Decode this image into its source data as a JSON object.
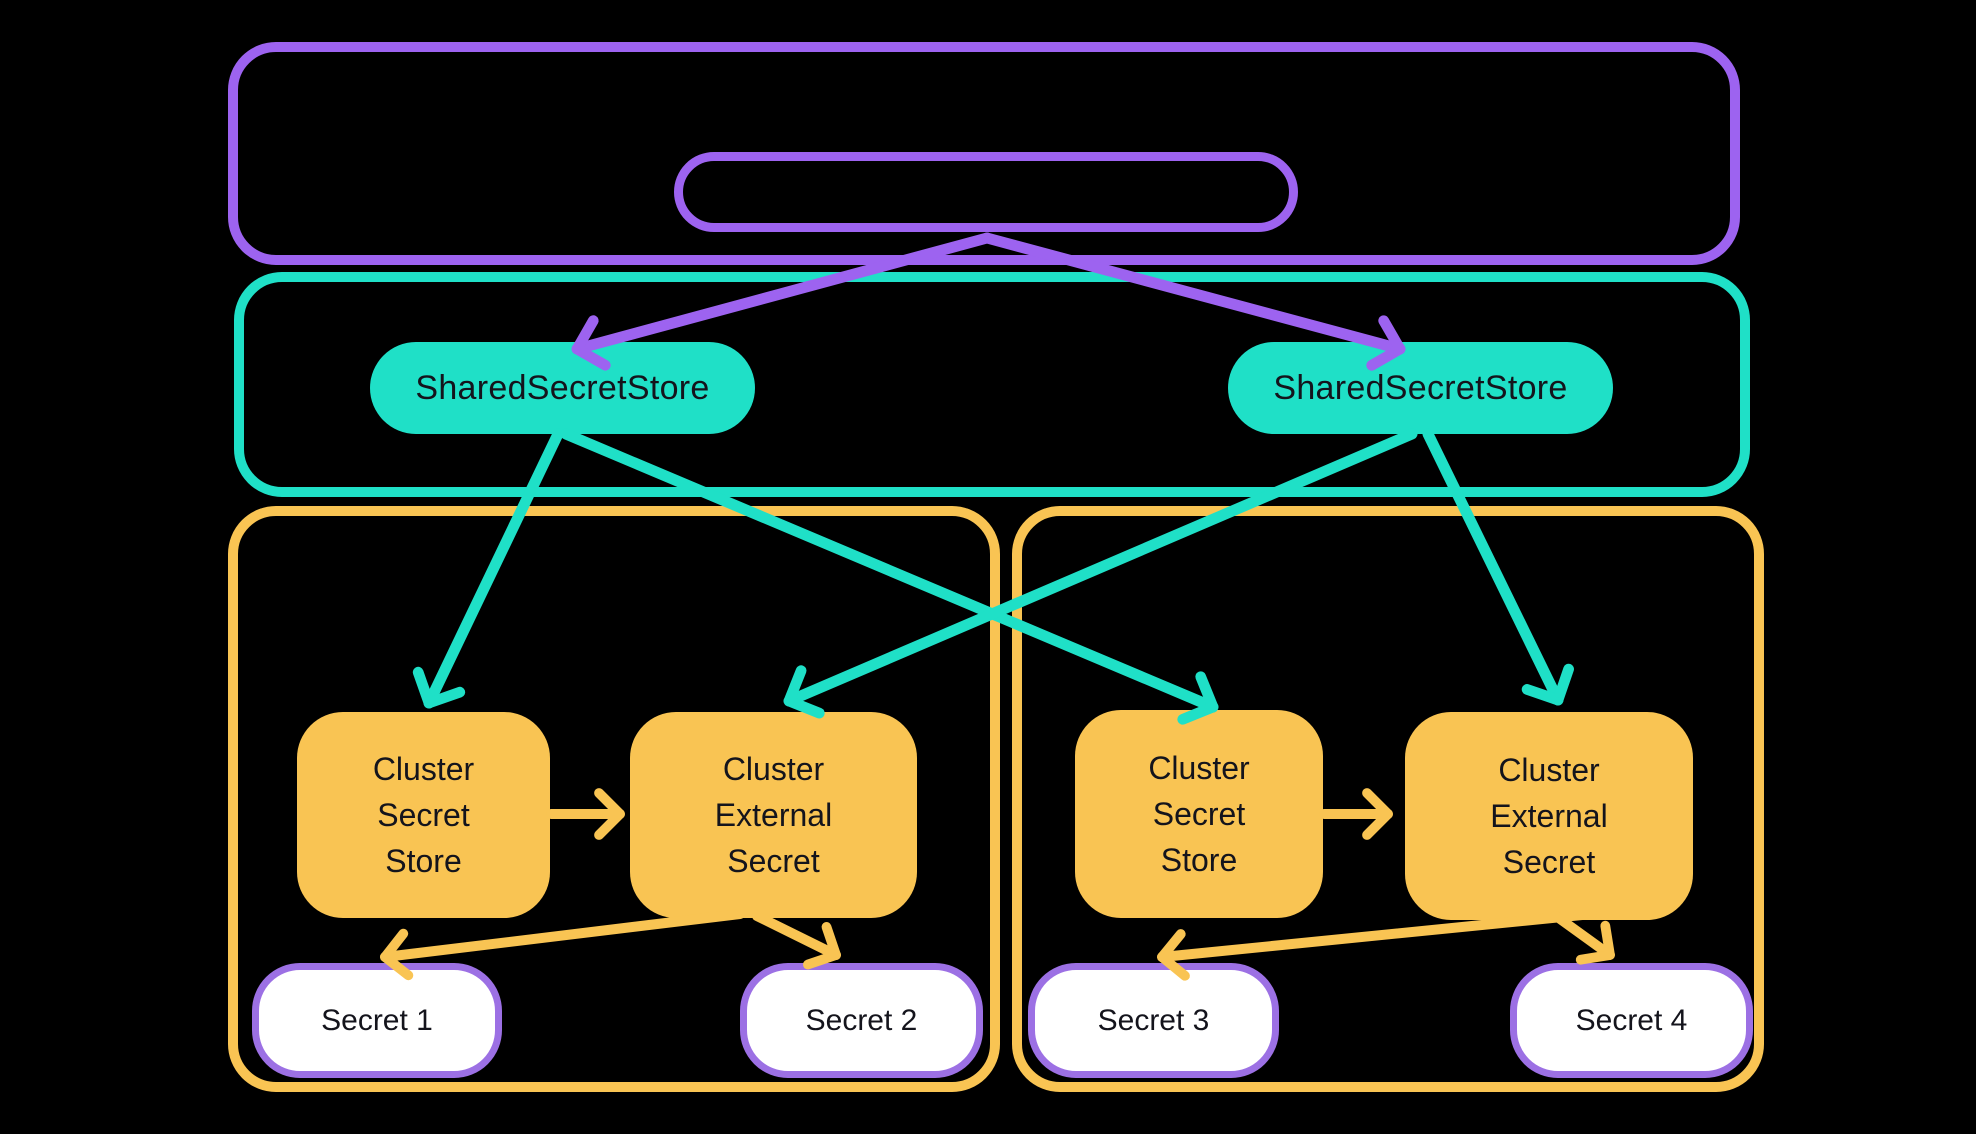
{
  "diagram": {
    "background": "#000000",
    "colors": {
      "purple": "#9d63f0",
      "teal": "#1fe0c7",
      "yellow": "#f9c453",
      "secret_border": "#9c70e4",
      "text": "#14141c",
      "secret_fill": "#ffffff"
    },
    "nodes": {
      "shared_store_left": {
        "label": "SharedSecretStore"
      },
      "shared_store_right": {
        "label": "SharedSecretStore"
      },
      "cluster_store_left": {
        "lines": [
          "Cluster",
          "Secret",
          "Store"
        ]
      },
      "cluster_external_left": {
        "lines": [
          "Cluster",
          "External",
          "Secret"
        ]
      },
      "cluster_store_right": {
        "lines": [
          "Cluster",
          "Secret",
          "Store"
        ]
      },
      "cluster_external_right": {
        "lines": [
          "Cluster",
          "External",
          "Secret"
        ]
      },
      "secret_1": {
        "label": "Secret 1"
      },
      "secret_2": {
        "label": "Secret 2"
      },
      "secret_3": {
        "label": "Secret 3"
      },
      "secret_4": {
        "label": "Secret 4"
      }
    },
    "edges": [
      {
        "from": "top-inner-pill",
        "to": "shared_store_left",
        "color": "purple"
      },
      {
        "from": "top-inner-pill",
        "to": "shared_store_right",
        "color": "purple"
      },
      {
        "from": "shared_store_left",
        "to": "cluster_store_left",
        "color": "teal"
      },
      {
        "from": "shared_store_left",
        "to": "cluster_store_right",
        "color": "teal"
      },
      {
        "from": "shared_store_right",
        "to": "cluster_external_left",
        "color": "teal"
      },
      {
        "from": "shared_store_right",
        "to": "cluster_external_right",
        "color": "teal"
      },
      {
        "from": "cluster_store_left",
        "to": "cluster_external_left",
        "color": "yellow"
      },
      {
        "from": "cluster_store_right",
        "to": "cluster_external_right",
        "color": "yellow"
      },
      {
        "from": "cluster_external_left",
        "to": "secret_1",
        "color": "yellow"
      },
      {
        "from": "cluster_external_left",
        "to": "secret_2",
        "color": "yellow"
      },
      {
        "from": "cluster_external_right",
        "to": "secret_3",
        "color": "yellow"
      },
      {
        "from": "cluster_external_right",
        "to": "secret_4",
        "color": "yellow"
      }
    ]
  }
}
